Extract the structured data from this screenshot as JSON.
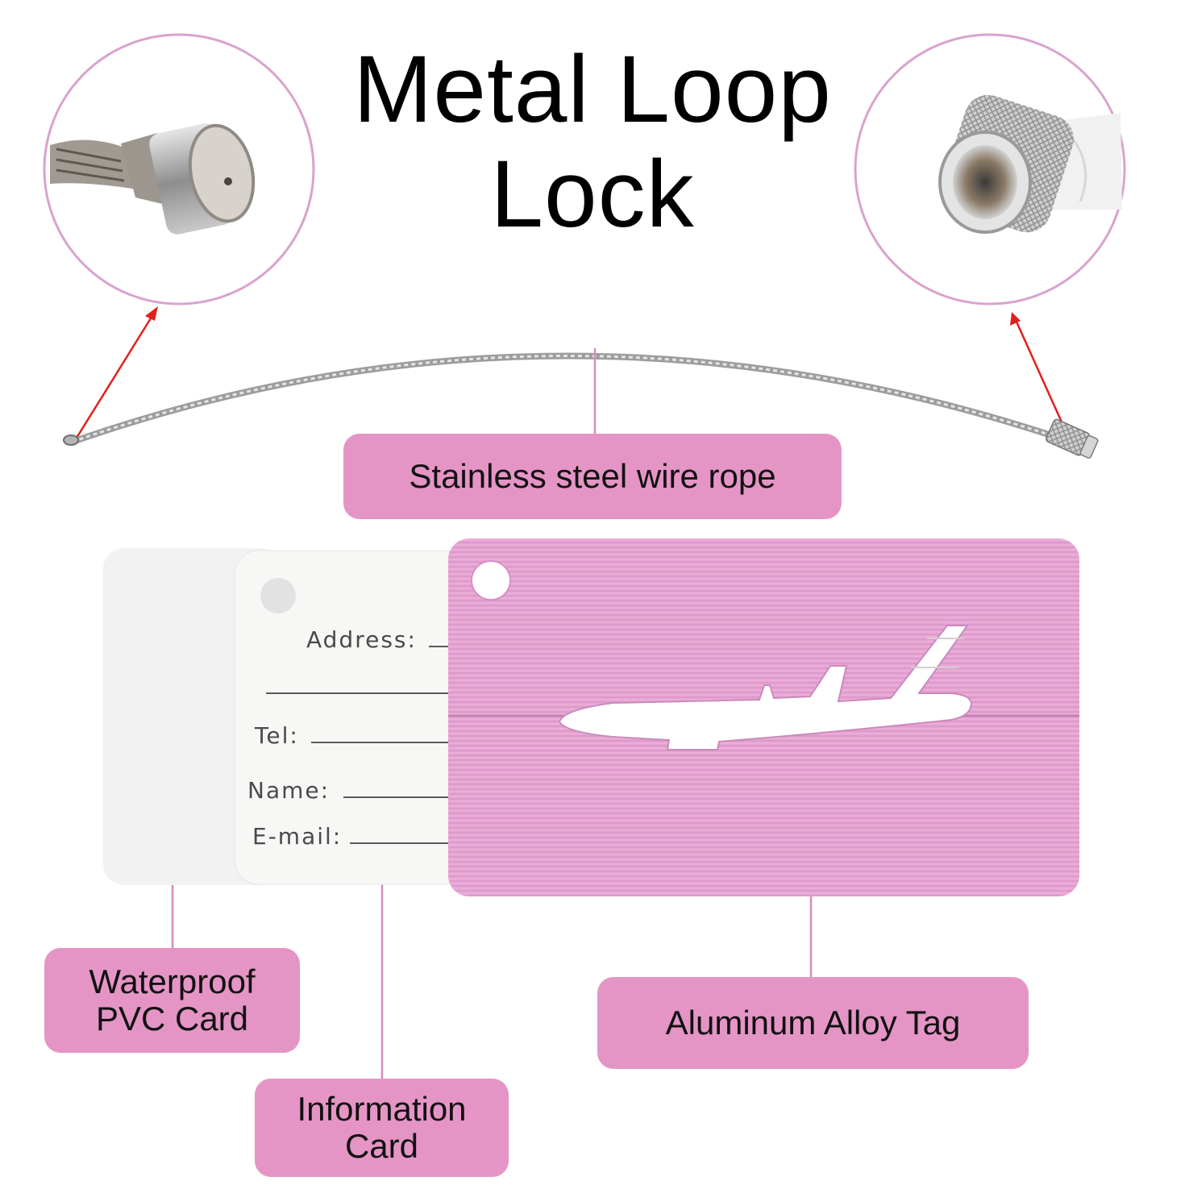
{
  "title": {
    "line1": "Metal Loop",
    "line2": "Lock"
  },
  "callouts": {
    "wire_rope": "Stainless steel wire rope",
    "pvc_card": {
      "line1": "Waterproof",
      "line2": "PVC Card"
    },
    "info_card": {
      "line1": "Information",
      "line2": "Card"
    },
    "alloy_tag": "Aluminum Alloy Tag"
  },
  "info_card_fields": {
    "address": "Address:",
    "tel": "Tel:",
    "name": "Name:",
    "email": "E-mail:"
  },
  "colors": {
    "callout_bg": "#e595c5",
    "circle_border": "#d9a3cd",
    "arrow": "#e0201c",
    "leader_line": "#d48cbf",
    "tag_pink": "#e7a4d3"
  }
}
